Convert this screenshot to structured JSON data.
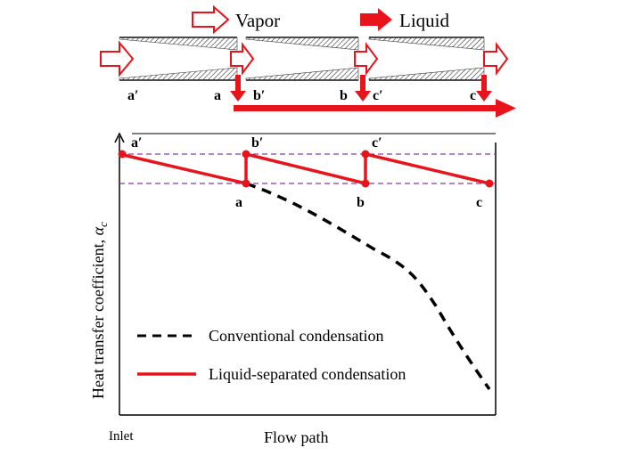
{
  "header": {
    "vapor_label": "Vapor",
    "liquid_label": "Liquid"
  },
  "tube_labels": [
    "a′",
    "a",
    "b′",
    "b",
    "c′",
    "c"
  ],
  "chart": {
    "ylabel": "Heat transfer coefficient, ",
    "ysymbol": "α",
    "ysub": "c",
    "xlabel": "Flow path",
    "inlet_label": "Inlet",
    "point_labels": [
      "a′",
      "b′",
      "c′",
      "a",
      "b",
      "c"
    ]
  },
  "legend": {
    "conventional": "Conventional condensation",
    "separated": "Liquid-separated condensation"
  },
  "colors": {
    "red": "#e8141b",
    "dashed_guide": "#8b3aa8",
    "black": "#000000"
  }
}
